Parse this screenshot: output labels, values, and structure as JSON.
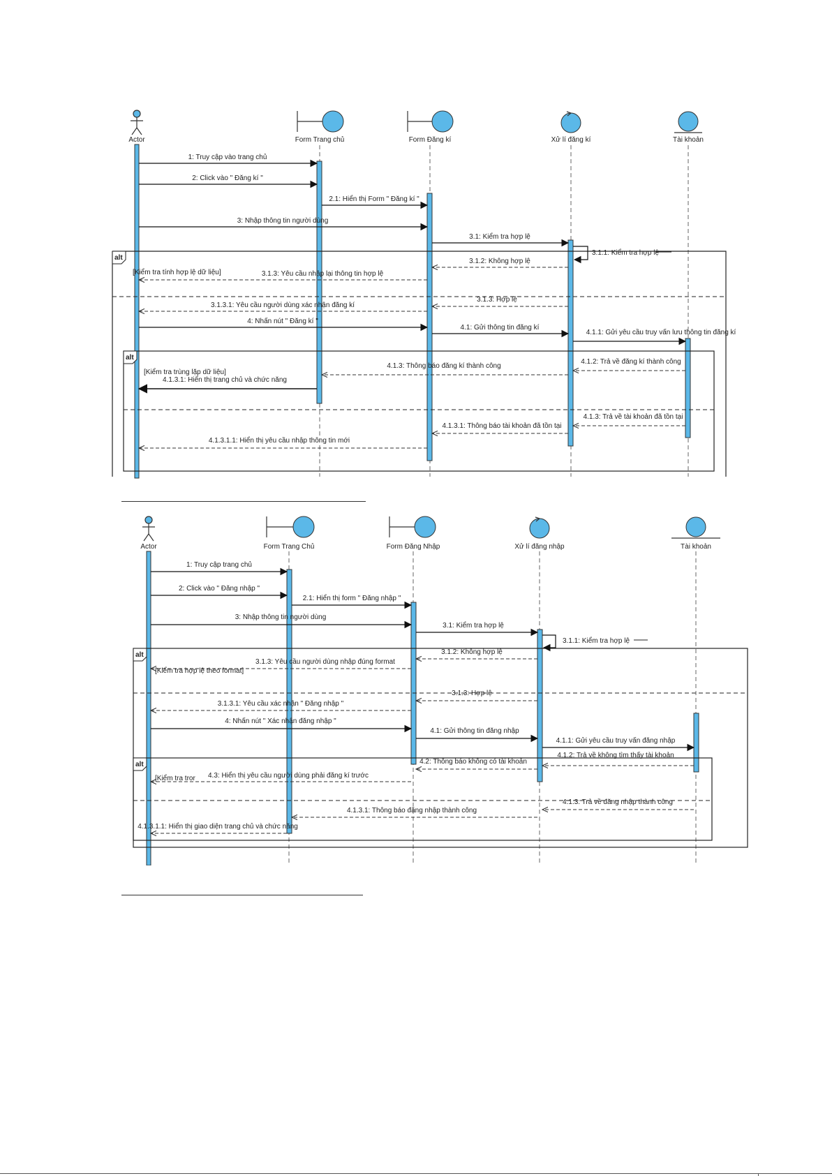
{
  "colors": {
    "activation": "#5bb8e8",
    "lifeline_head": "#5bb8e8",
    "line": "#222222"
  },
  "diagram1": {
    "participants": [
      {
        "kind": "actor",
        "label": "Actor"
      },
      {
        "kind": "boundary",
        "label": "Form Trang chủ"
      },
      {
        "kind": "boundary",
        "label": "Form Đăng kí"
      },
      {
        "kind": "control",
        "label": "Xử lí đăng kí"
      },
      {
        "kind": "entity",
        "label": "Tài khoản"
      }
    ],
    "messages": [
      {
        "label": "1: Truy cập vào trang chủ",
        "from": 0,
        "to": 1,
        "type": "sync"
      },
      {
        "label": "2: Click vào \" Đăng kí \"",
        "from": 0,
        "to": 1,
        "type": "sync"
      },
      {
        "label": "2.1: Hiển thị Form \" Đăng kí \"",
        "from": 1,
        "to": 2,
        "type": "sync"
      },
      {
        "label": "3: Nhập thông tin người dùng",
        "from": 0,
        "to": 2,
        "type": "sync"
      },
      {
        "label": "3.1: Kiểm tra hợp lệ",
        "from": 2,
        "to": 3,
        "type": "sync"
      },
      {
        "label": "3.1.1: Kiểm tra hợp lệ",
        "from": 3,
        "to": 3,
        "type": "self"
      },
      {
        "label": "3.1.2: Không hợp lệ",
        "from": 3,
        "to": 2,
        "type": "reply"
      },
      {
        "label": "3.1.3: Yêu cầu nhập lại thông tin hợp lệ",
        "from": 2,
        "to": 0,
        "type": "reply"
      },
      {
        "label": "3.1.3: Hợp lệ",
        "from": 3,
        "to": 2,
        "type": "reply"
      },
      {
        "label": "3.1.3.1: Yêu cầu người dùng xác nhận đăng kí",
        "from": 2,
        "to": 0,
        "type": "reply"
      },
      {
        "label": "4: Nhấn nút \" Đăng kí \"",
        "from": 0,
        "to": 2,
        "type": "sync"
      },
      {
        "label": "4.1: Gửi thông tin đăng kí",
        "from": 2,
        "to": 3,
        "type": "sync"
      },
      {
        "label": "4.1.1: Gửi yêu cầu truy vấn lưu thông tin đăng kí",
        "from": 3,
        "to": 4,
        "type": "sync"
      },
      {
        "label": "4.1.2: Trả về đăng kí thành công",
        "from": 4,
        "to": 3,
        "type": "reply"
      },
      {
        "label": "4.1.3: Thông báo đăng kí thành công",
        "from": 3,
        "to": 1,
        "type": "reply"
      },
      {
        "label": "4.1.3.1: Hiển thị trang chủ và chức năng",
        "from": 1,
        "to": 0,
        "type": "sync"
      },
      {
        "label": "4.1.3: Trả về tài khoản đã tồn tại",
        "from": 4,
        "to": 3,
        "type": "reply"
      },
      {
        "label": "4.1.3.1: Thông báo tài khoản đã tồn tại",
        "from": 3,
        "to": 2,
        "type": "reply"
      },
      {
        "label": "4.1.3.1.1: Hiển thị yêu cầu nhập thông tin mới",
        "from": 2,
        "to": 0,
        "type": "reply"
      }
    ],
    "fragments": [
      {
        "operator": "alt",
        "guard": "[Kiểm tra tính hợp lệ dữ liệu]"
      },
      {
        "operator": "alt",
        "guard": "[Kiểm tra trùng lặp dữ liệu]"
      }
    ]
  },
  "diagram2": {
    "participants": [
      {
        "kind": "actor",
        "label": "Actor"
      },
      {
        "kind": "boundary",
        "label": "Form Trang Chủ"
      },
      {
        "kind": "boundary",
        "label": "Form Đăng Nhập"
      },
      {
        "kind": "control",
        "label": "Xử lí đăng nhập"
      },
      {
        "kind": "entity",
        "label": "Tài khoản"
      }
    ],
    "messages": [
      {
        "label": "1: Truy cập trang chủ",
        "from": 0,
        "to": 1,
        "type": "sync"
      },
      {
        "label": "2: Click vào \" Đăng nhập \"",
        "from": 0,
        "to": 1,
        "type": "sync"
      },
      {
        "label": "2.1: Hiển thị form \" Đăng nhập \"",
        "from": 1,
        "to": 2,
        "type": "sync"
      },
      {
        "label": "3: Nhập thông tin người dùng",
        "from": 0,
        "to": 2,
        "type": "sync"
      },
      {
        "label": "3.1: Kiểm tra hợp lệ",
        "from": 2,
        "to": 3,
        "type": "sync"
      },
      {
        "label": "3.1.1: Kiểm tra hợp lệ",
        "from": 3,
        "to": 3,
        "type": "self"
      },
      {
        "label": "3.1.2: Không hợp lệ",
        "from": 3,
        "to": 2,
        "type": "reply"
      },
      {
        "label": "3.1.3: Yêu cầu người dùng nhập đúng format",
        "from": 2,
        "to": 0,
        "type": "reply"
      },
      {
        "label": "3.1.3: Hợp lệ",
        "from": 3,
        "to": 2,
        "type": "reply"
      },
      {
        "label": "3.1.3.1: Yêu cầu xác nhận \" Đăng nhập \"",
        "from": 2,
        "to": 0,
        "type": "reply"
      },
      {
        "label": "4: Nhấn nút \" Xác nhận đăng nhập \"",
        "from": 0,
        "to": 2,
        "type": "sync"
      },
      {
        "label": "4.1: Gửi thông tin đăng nhập",
        "from": 2,
        "to": 3,
        "type": "sync"
      },
      {
        "label": "4.1.1: Gửi yêu cầu truy vấn đăng nhập",
        "from": 3,
        "to": 4,
        "type": "sync"
      },
      {
        "label": "4.1.2: Trả về không tìm thấy tài khoản",
        "from": 4,
        "to": 3,
        "type": "reply"
      },
      {
        "label": "4.2: Thông báo không có tài khoản",
        "from": 3,
        "to": 2,
        "type": "reply"
      },
      {
        "label": "4.3: Hiển thị yêu cầu người dùng phải đăng kí trước",
        "from": 2,
        "to": 0,
        "type": "reply"
      },
      {
        "label": "4.1.3: Trả về đăng nhập thành công",
        "from": 4,
        "to": 3,
        "type": "reply"
      },
      {
        "label": "4.1.3.1: Thông báo đăng nhập thành công",
        "from": 3,
        "to": 1,
        "type": "reply"
      },
      {
        "label": "4.1.3.1.1: Hiển thị giao diện trang chủ và chức năng",
        "from": 1,
        "to": 0,
        "type": "reply"
      }
    ],
    "fragments": [
      {
        "operator": "alt",
        "guard": "[Kiểm tra hợp lệ theo format]"
      },
      {
        "operator": "alt",
        "guard": "[Kiểm tra tror"
      }
    ]
  }
}
